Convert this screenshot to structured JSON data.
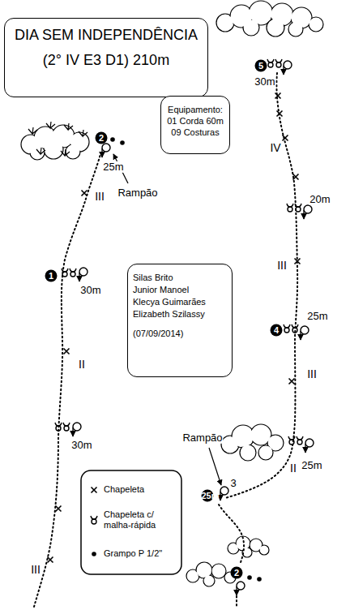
{
  "diagram": {
    "title": "DIA SEM INDEPENDÊNCIA",
    "nodes": [
      {
        "text": [
          "DIA SEM INDEPENDÊNCIA",
          "(2° IV E3 D1) 210m"
        ]
      },
      {
        "text": [
          "Equipamento:",
          "01 Corda 60m",
          "09 Costuras"
        ]
      },
      {
        "text": [
          "Silas Brito",
          "Junior Manoel",
          "Klecya Guimarães",
          "Elizabeth Szilassy",
          "(07/09/2014)"
        ]
      }
    ],
    "labels": [
      "1",
      "30m",
      "30m",
      "II",
      "III",
      "III",
      "2",
      "25m",
      "Rampão",
      "5",
      "30m",
      "IV",
      "20m",
      "III",
      "4",
      "25m",
      "III",
      "II",
      "25m",
      "3",
      "25m",
      "Rampão",
      "2"
    ],
    "legend": [
      {
        "text": "Chapeleta"
      },
      {
        "text": "Chapeleta c/ malha-rápida"
      },
      {
        "text": "Grampo P 1/2\""
      }
    ]
  }
}
